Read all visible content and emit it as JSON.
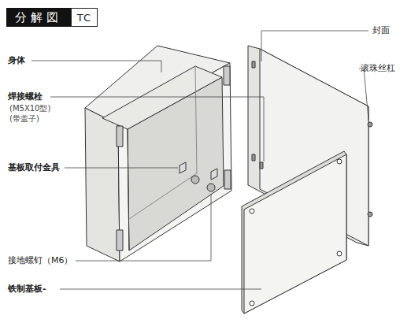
{
  "diagram": {
    "nodes": [
      {
        "text": [
          "分解図"
        ]
      },
      {
        "text": [
          "TC"
        ]
      }
    ],
    "labels": [
      "身体",
      "焊接螺栓",
      "(M5X10型)",
      "(带盖子)",
      "基板取付金具",
      "接地螺钉（M6）",
      "铁制基板-",
      "封面",
      "滚珠丝杠"
    ]
  }
}
